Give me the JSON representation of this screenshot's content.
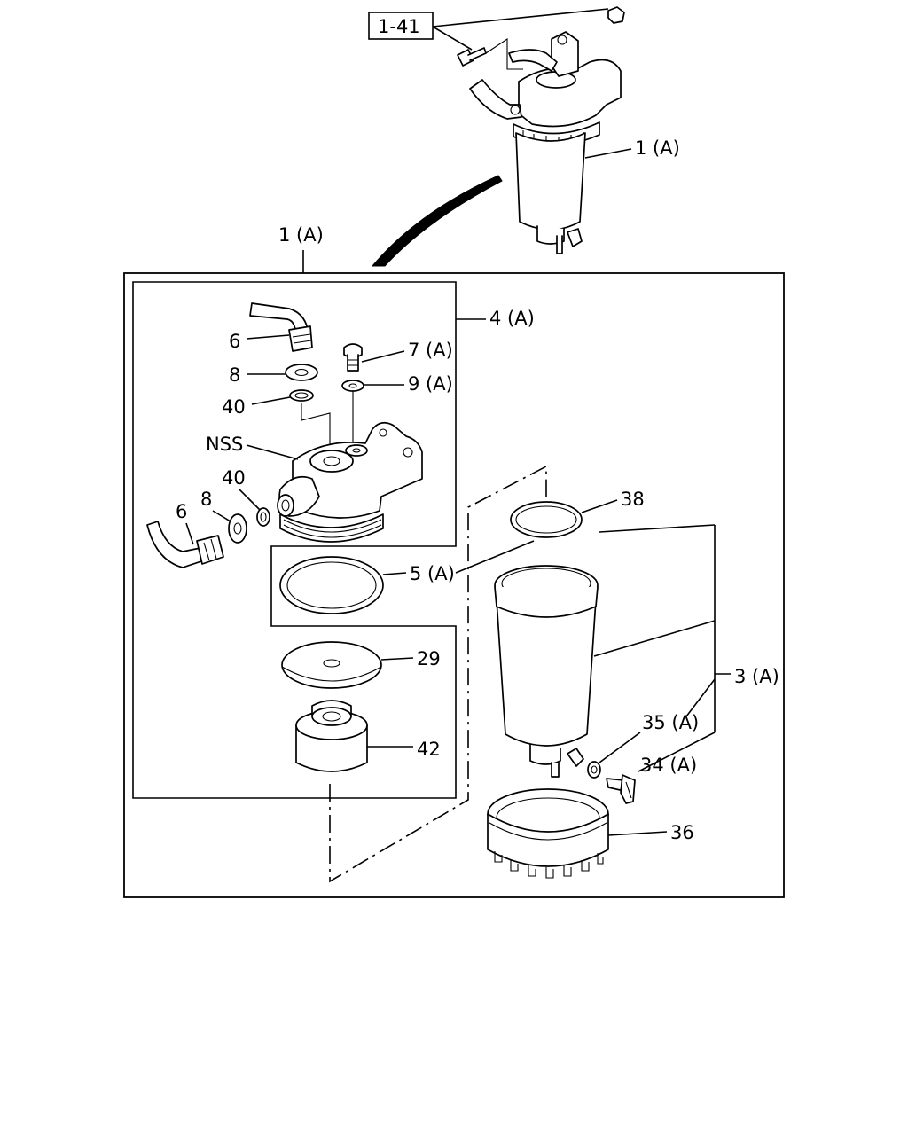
{
  "diagram": {
    "labels": {
      "ref_box": "1-41",
      "assembly_top": "1 (A)",
      "assembly_frame": "1 (A)",
      "head_assembly": "4 (A)",
      "p6_top": "6",
      "p8_top": "8",
      "p40_top": "40",
      "p7": "7 (A)",
      "p9": "9 (A)",
      "nss": "NSS",
      "p40_side": "40",
      "p8_side": "8",
      "p6_side": "6",
      "p38": "38",
      "p5": "5 (A)",
      "p29": "29",
      "p42": "42",
      "p3": "3 (A)",
      "p35": "35 (A)",
      "p34": "34 (A)",
      "p36": "36"
    }
  }
}
